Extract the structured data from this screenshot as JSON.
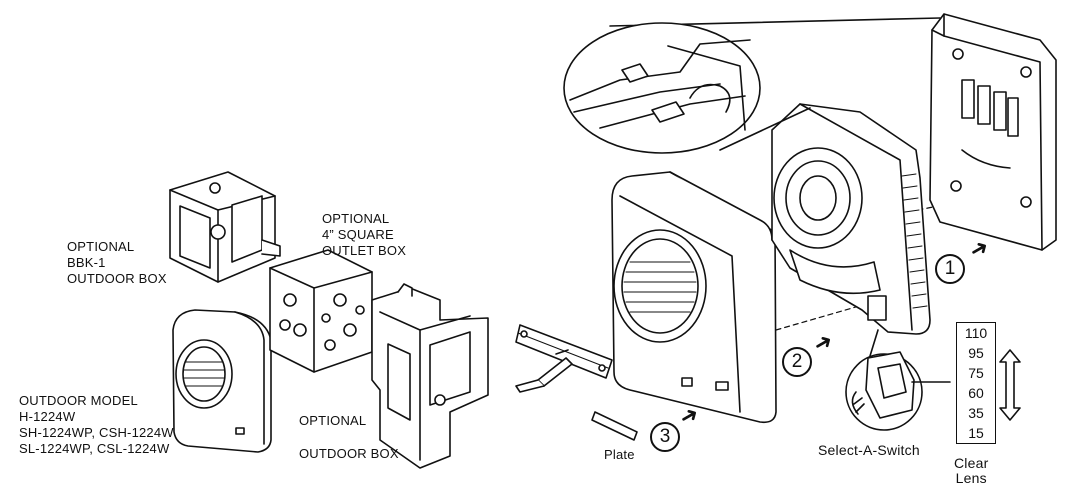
{
  "labels": {
    "bbk": [
      "OPTIONAL",
      "BBK-1",
      "OUTDOOR BOX"
    ],
    "square_box": [
      "OPTIONAL",
      "4”  SQUARE",
      "OUTLET BOX"
    ],
    "outdoor_model": [
      "OUTDOOR MODEL",
      "H-1224W",
      "SH-1224WP, CSH-1224W",
      "SL-1224WP, CSL-1224W"
    ],
    "optional": "OPTIONAL",
    "outdoor_box": "OUTDOOR BOX",
    "plate": "Plate",
    "select_switch": "Select-A-Switch",
    "clear_lens": [
      "Clear",
      "Lens"
    ]
  },
  "steps": [
    "1",
    "2",
    "3"
  ],
  "candela_values": [
    "110",
    "95",
    "75",
    "60",
    "35",
    "15"
  ]
}
